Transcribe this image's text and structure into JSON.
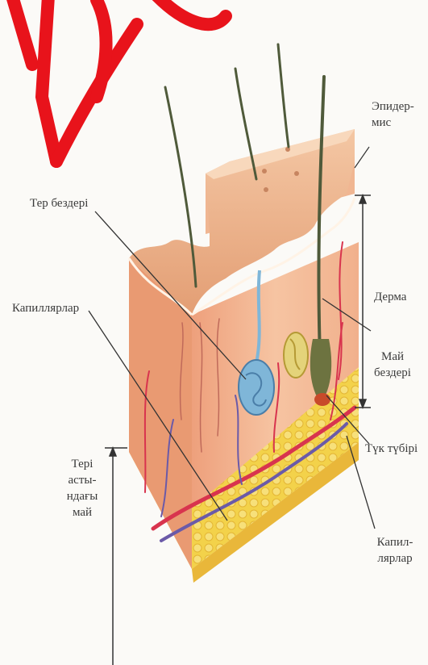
{
  "labels": {
    "epidermis": "Эпидер-\nмис",
    "sweat_glands": "Тер бездері",
    "capillaries_left": "Капиллярлар",
    "dermis": "Дерма",
    "sebaceous_glands": "Май\nбездері",
    "hair_root": "Түк түбірі",
    "subcutaneous_fat": "Тері\nасты-\nндағы\nмай",
    "capillaries_right": "Капил-\nлярлар"
  },
  "colors": {
    "fat": "#f3d24a",
    "dermis": "#f2b48c",
    "epidermis": "#e9a77c",
    "watermark": "#e8131b",
    "vessel_red": "#d8344e",
    "vessel_blue": "#6b5aa8",
    "sweat_gland": "#7fb6d8",
    "hair": "#4f5a3a"
  }
}
